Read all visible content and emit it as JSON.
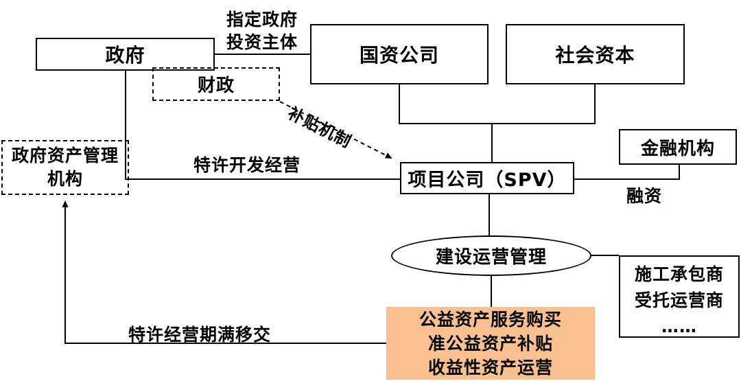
{
  "canvas": {
    "background": "#ffffff",
    "line_color": "#000000",
    "accent_orange": "#FAC090"
  },
  "nodes": {
    "government": {
      "label": "政府"
    },
    "fiscal": {
      "label": "财政"
    },
    "gov_asset_mgmt": {
      "line1": "政府资产管理",
      "line2": "机构"
    },
    "soe": {
      "label": "国资公司"
    },
    "social_capital": {
      "label": "社会资本"
    },
    "financial_inst": {
      "label": "金融机构"
    },
    "spv": {
      "label": "项目公司（SPV）"
    },
    "ops_management": {
      "label": "建设运营管理"
    },
    "contractors": {
      "line1": "施工承包商",
      "line2": "受托运营商",
      "line3": "……"
    },
    "asset_functions": {
      "line1": "公益资产服务购买",
      "line2": "准公益资产补贴",
      "line3": "收益性资产运营"
    }
  },
  "edge_labels": {
    "designate_line1": "指定政府",
    "designate_line2": "投资主体",
    "franchise_dev": "特许开发经营",
    "subsidy_mechanism": "补贴机制",
    "financing": "融资",
    "transfer": "特许经营期满移交"
  }
}
